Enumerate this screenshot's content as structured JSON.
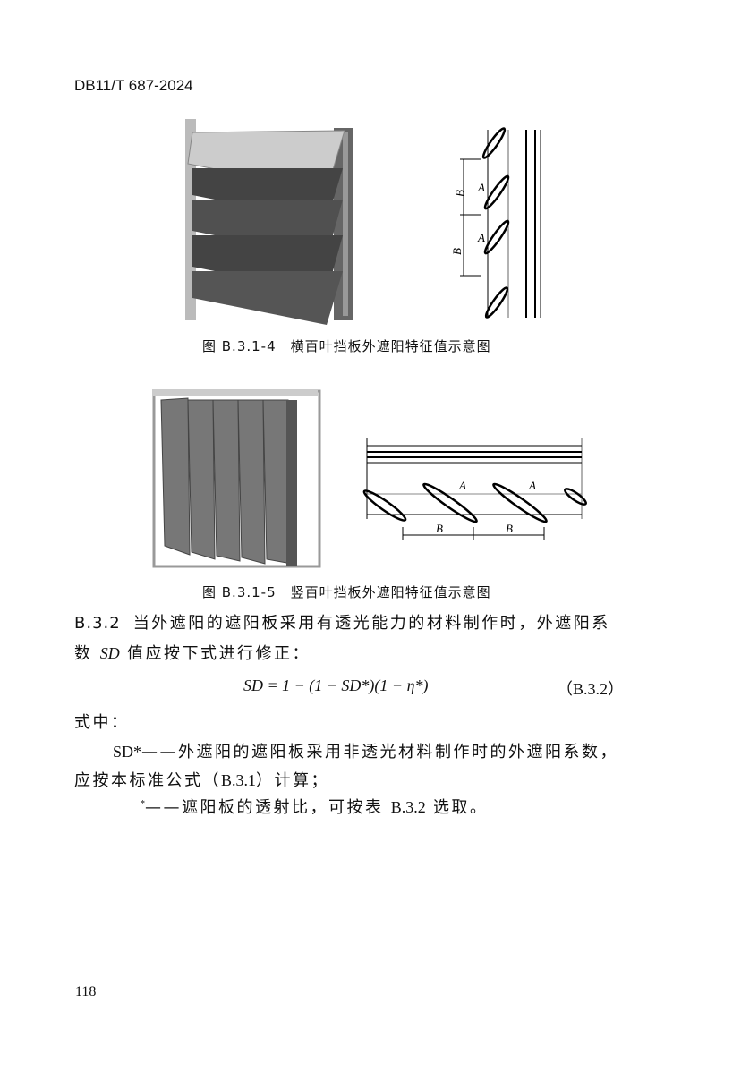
{
  "header": {
    "standard_code": "DB11/T 687-2024"
  },
  "figures": [
    {
      "caption": "图 B.3.1-4　横百叶挡板外遮阳特征值示意图",
      "dimension_labels": [
        "B",
        "B",
        "A",
        "A"
      ]
    },
    {
      "caption": "图 B.3.1-5　竖百叶挡板外遮阳特征值示意图",
      "dimension_labels": [
        "A",
        "A",
        "B",
        "B"
      ]
    }
  ],
  "section": {
    "number": "B.3.2",
    "text_line1": "当外遮阳的遮阳板采用有透光能力的材料制作时，外遮阳系",
    "text_line2_a": "数",
    "text_line2_sym": "SD",
    "text_line2_b": "值应按下式进行修正："
  },
  "formula": {
    "expression": "SD = 1 − (1 − SD*)(1 − η*)",
    "number": "（B.3.2）"
  },
  "where": {
    "label": "式中：",
    "item1_sym": "SD*",
    "item1_text": "——外遮阳的遮阳板采用非透光材料制作时的外遮阳系数，",
    "item1_cont_a": "应按本标准公式（",
    "item1_cont_ref": "B.3.1",
    "item1_cont_b": "）计算；",
    "item2_sym": "*",
    "item2_text_a": "——遮阳板的透射比，可按表",
    "item2_ref": "B.3.2",
    "item2_text_b": "选取。"
  },
  "footer": {
    "page_number": "118"
  }
}
